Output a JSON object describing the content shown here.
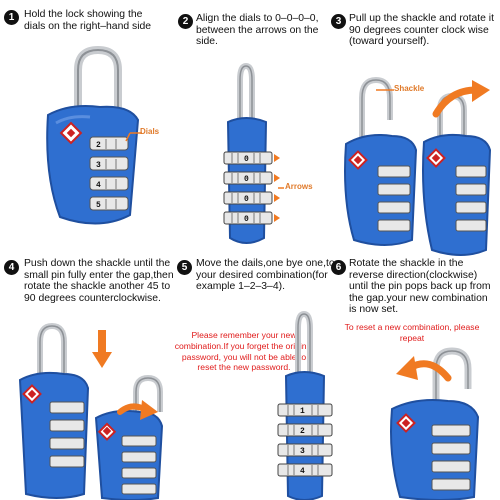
{
  "steps": [
    {
      "number": "1",
      "text": "Hold the lock showing the dials on the right–hand side"
    },
    {
      "number": "2",
      "text": "Align the dials to 0–0–0–0, between the arrows on the side."
    },
    {
      "number": "3",
      "text": "Pull up the shackle and rotate it 90 degrees counter clock wise (toward yourself)."
    },
    {
      "number": "4",
      "text": "Push down the shackle until the small pin fully enter the gap,then rotate the shackle another 45 to 90 degrees counterclockwise."
    },
    {
      "number": "5",
      "text": "Move the dails,one bye one,to your desired combination(for example 1–2–3–4)."
    },
    {
      "number": "6",
      "text": "Rotate the shackle in the reverse direction(clockwise) until the pin pops back up from the gap.your new combination is now set."
    }
  ],
  "callouts": {
    "dials": "Dials",
    "arrows": "Arrows",
    "shackle": "Shackle"
  },
  "warnings": {
    "remember": "Please remember your new combination.If you forget the original password, you will not be able to reset the new password.",
    "reset": "To reset a new combination, please repeat"
  },
  "dial_values": {
    "step1": [
      "2",
      "3",
      "4",
      "5"
    ],
    "step2": [
      "0",
      "0",
      "0",
      "0"
    ],
    "step5": [
      "1",
      "2",
      "3",
      "4"
    ]
  },
  "colors": {
    "lock_blue": "#2f6fd0",
    "lock_dark": "#1f4f9f",
    "accent_orange": "#f07a22",
    "warning_red": "#e01b1b"
  },
  "icons": [
    "tsa-diamond-icon",
    "curved-arrow-icon",
    "down-arrow-icon"
  ]
}
